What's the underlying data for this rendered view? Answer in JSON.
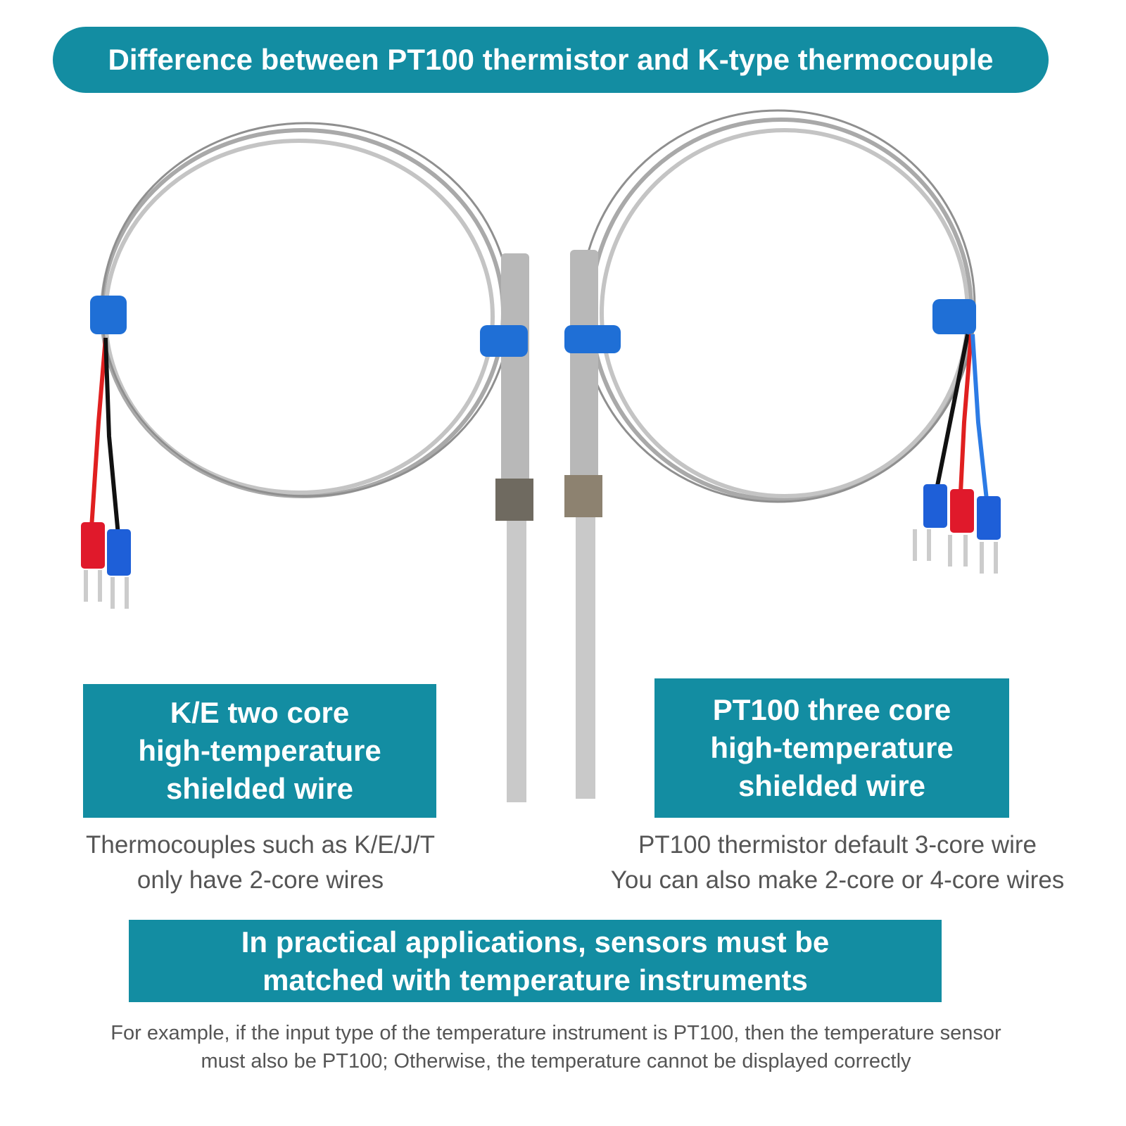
{
  "title": "Difference between PT100 thermistor and K-type thermocouple",
  "left": {
    "lines": [
      "K/E two core",
      "high-temperature",
      "shielded wire"
    ],
    "caption": [
      "Thermocouples such as K/E/J/T",
      "only have 2-core wires"
    ]
  },
  "right": {
    "lines": [
      "PT100 three core",
      "high-temperature",
      "shielded wire"
    ],
    "caption": [
      "PT100 thermistor default 3-core wire",
      "You can also make 2-core or 4-core wires"
    ]
  },
  "bottom": {
    "lines": [
      "In practical applications, sensors must be",
      "matched with temperature instruments"
    ]
  },
  "footnote": [
    "For example, if the input type of the temperature instrument is PT100, then the temperature sensor",
    "must also be PT100; Otherwise, the temperature cannot be displayed correctly"
  ],
  "colors": {
    "accent": "#138da2",
    "band": "#1f6fd6"
  }
}
